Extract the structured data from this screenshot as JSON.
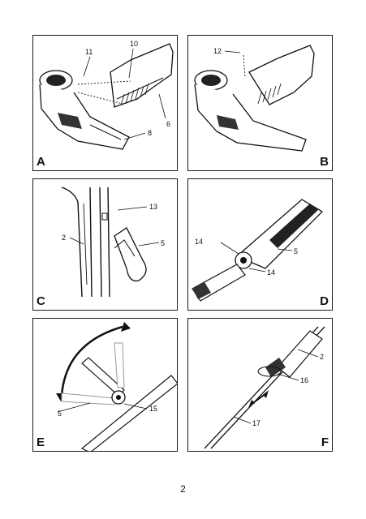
{
  "panels": [
    {
      "letter": "A",
      "callouts": [
        "10",
        "11",
        "6",
        "8"
      ]
    },
    {
      "letter": "B",
      "callouts": [
        "12"
      ]
    },
    {
      "letter": "C",
      "callouts": [
        "13",
        "2",
        "5"
      ]
    },
    {
      "letter": "D",
      "callouts": [
        "14",
        "5",
        "14"
      ]
    },
    {
      "letter": "E",
      "callouts": [
        "5",
        "15"
      ]
    },
    {
      "letter": "F",
      "callouts": [
        "2",
        "16",
        "17"
      ]
    }
  ],
  "page_number": "2"
}
